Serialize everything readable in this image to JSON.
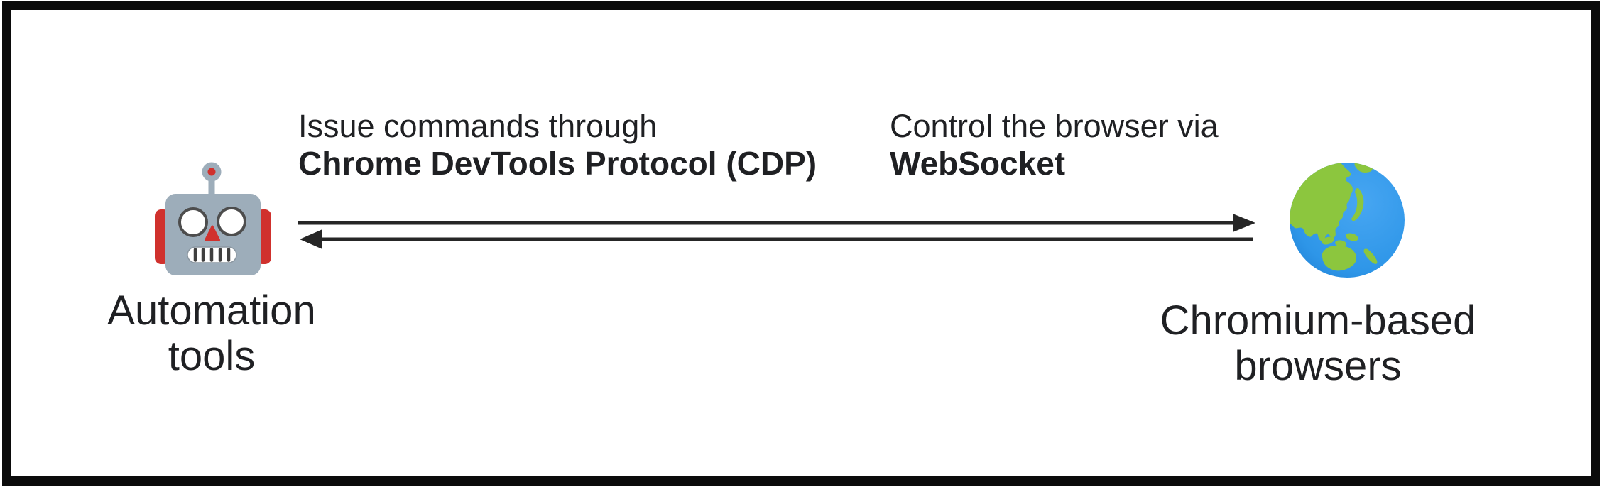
{
  "diagram": {
    "left_node": {
      "icon": "robot-icon",
      "label_line1": "Automation",
      "label_line2": "tools"
    },
    "right_node": {
      "icon": "globe-asia-australia-icon",
      "label_line1": "Chromium-based",
      "label_line2": "browsers"
    },
    "annotation_cdp": {
      "line1": "Issue commands through",
      "line2": "Chrome DevTools Protocol (CDP)"
    },
    "annotation_websocket": {
      "line1": "Control the browser via",
      "line2": "WebSocket"
    },
    "arrows": {
      "top_direction": "left-to-right",
      "bottom_direction": "right-to-left"
    },
    "colors": {
      "frame_border": "#0b0b0b",
      "background": "#ffffff",
      "text": "#1f2023",
      "arrow": "#262626",
      "robot_head": "#9dadba",
      "robot_red": "#d0312d",
      "globe_ocean": "#2e96e8",
      "globe_land": "#8cc63e"
    }
  }
}
